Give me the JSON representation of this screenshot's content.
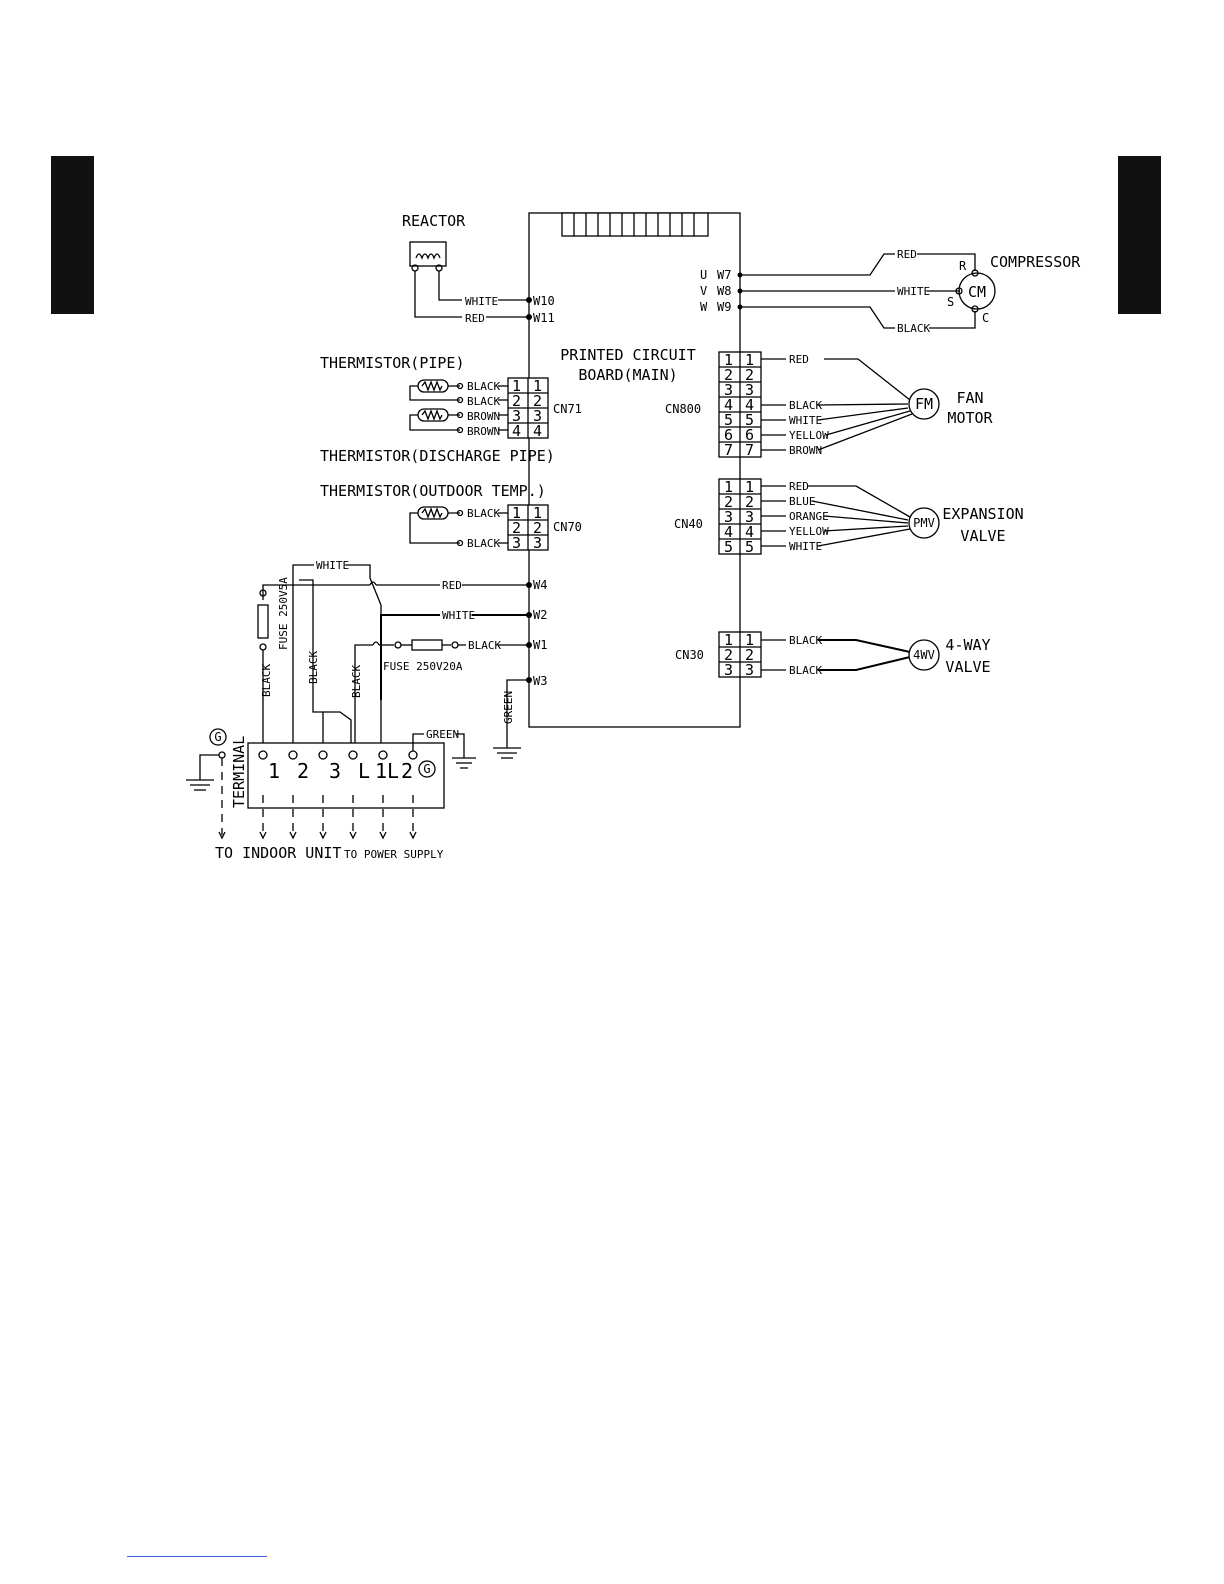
{
  "board": {
    "title_line1": "PRINTED CIRCUIT",
    "title_line2": "BOARD(MAIN)"
  },
  "reactor": {
    "label": "REACTOR",
    "wire_a": "WHITE",
    "wire_b": "RED",
    "term_a": "W10",
    "term_b": "W11"
  },
  "compressor": {
    "label": "COMPRESSOR",
    "symbol": "CM",
    "pin_r": "R",
    "pin_s": "S",
    "pin_c": "C",
    "phases": [
      "U",
      "V",
      "W"
    ],
    "terms": [
      "W7",
      "W8",
      "W9"
    ],
    "wires": [
      "RED",
      "WHITE",
      "BLACK"
    ]
  },
  "thermistors": {
    "pipe": "THERMISTOR(PIPE)",
    "discharge": "THERMISTOR(DISCHARGE PIPE)",
    "outdoor": "THERMISTOR(OUTDOOR TEMP.)"
  },
  "cn71": {
    "name": "CN71",
    "pins": [
      "1",
      "2",
      "3",
      "4"
    ],
    "wires": [
      "BLACK",
      "BLACK",
      "BROWN",
      "BROWN"
    ]
  },
  "cn70": {
    "name": "CN70",
    "pins": [
      "1",
      "2",
      "3"
    ],
    "wires": [
      "BLACK",
      "BLACK"
    ]
  },
  "cn800": {
    "name": "CN800",
    "pins": [
      "1",
      "2",
      "3",
      "4",
      "5",
      "6",
      "7"
    ],
    "wires": [
      "RED",
      "BLACK",
      "WHITE",
      "YELLOW",
      "BROWN"
    ]
  },
  "fan_motor": {
    "symbol": "FM",
    "label1": "FAN",
    "label2": "MOTOR"
  },
  "cn40": {
    "name": "CN40",
    "pins": [
      "1",
      "2",
      "3",
      "4",
      "5"
    ],
    "wires": [
      "RED",
      "BLUE",
      "ORANGE",
      "YELLOW",
      "WHITE"
    ]
  },
  "expansion_valve": {
    "symbol": "PMV",
    "label1": "EXPANSION",
    "label2": "VALVE"
  },
  "cn30": {
    "name": "CN30",
    "pins": [
      "1",
      "2",
      "3"
    ],
    "wires": [
      "BLACK",
      "BLACK"
    ]
  },
  "four_way_valve": {
    "symbol": "4WV",
    "label1": "4-WAY",
    "label2": "VALVE"
  },
  "power_wires": {
    "top_white": "WHITE",
    "w4_wire": "RED",
    "w4": "W4",
    "w2_wire": "WHITE",
    "w2": "W2",
    "w1_wire": "BLACK",
    "w1": "W1",
    "w3": "W3",
    "ground_wire": "GREEN",
    "fuse_small": "FUSE 250V5A",
    "fuse_large": "FUSE 250V20A",
    "black_1": "BLACK",
    "black_2": "BLACK",
    "black_3": "BLACK",
    "terminal_green": "GREEN"
  },
  "terminal": {
    "label": "TERMINAL",
    "ground": "G",
    "positions": [
      "1",
      "2",
      "3",
      "L",
      "1",
      "L",
      "2"
    ],
    "to_indoor": "TO INDOOR UNIT",
    "to_power": "TO POWER SUPPLY"
  }
}
